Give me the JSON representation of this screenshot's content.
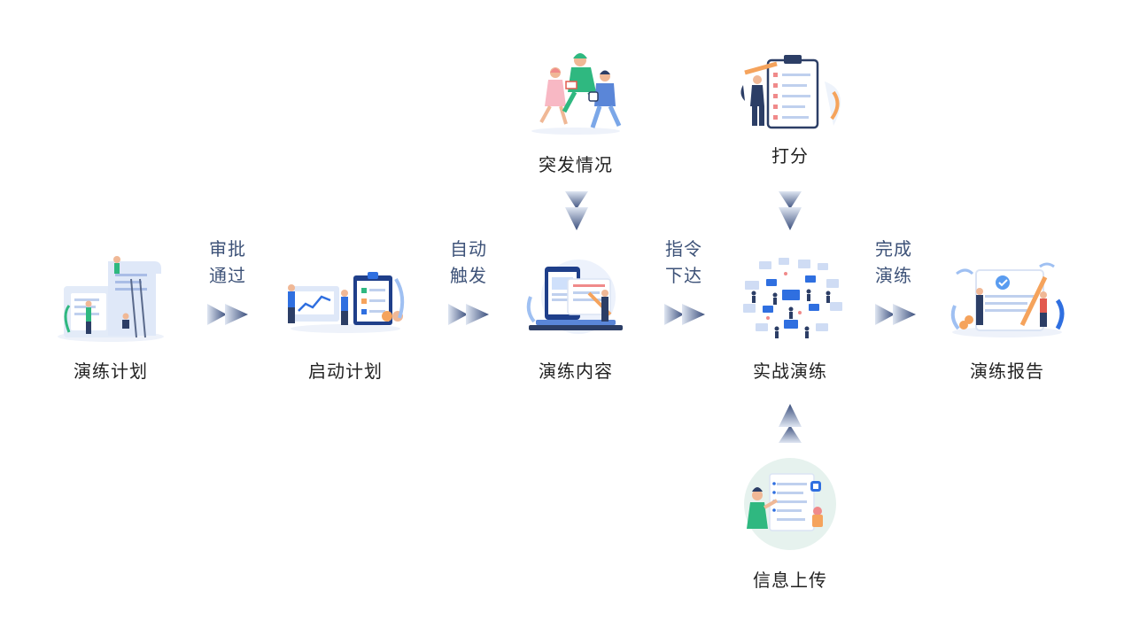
{
  "nodes": {
    "plan": {
      "label": "演练计划"
    },
    "start": {
      "label": "启动计划"
    },
    "content": {
      "label": "演练内容"
    },
    "drill": {
      "label": "实战演练"
    },
    "report": {
      "label": "演练报告"
    },
    "incident": {
      "label": "突发情况"
    },
    "score": {
      "label": "打分"
    },
    "upload": {
      "label": "信息上传"
    }
  },
  "edges": {
    "approve": {
      "line1": "审批",
      "line2": "通过"
    },
    "trigger": {
      "line1": "自动",
      "line2": "触发"
    },
    "command": {
      "line1": "指令",
      "line2": "下达"
    },
    "complete": {
      "line1": "完成",
      "line2": "演练"
    }
  },
  "colors": {
    "arrow_dark": "#3b4f7d",
    "arrow_light": "#c9d3e6",
    "accent_blue": "#2f6fe0",
    "accent_green": "#2fb880",
    "accent_orange": "#f5a35c"
  }
}
